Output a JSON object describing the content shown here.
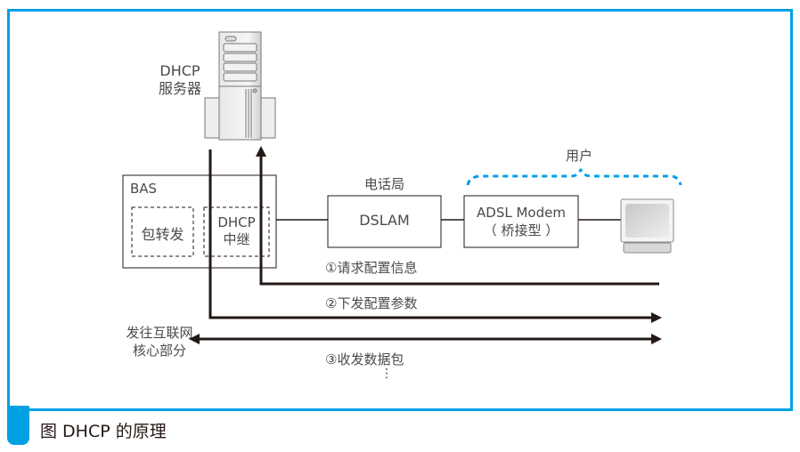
{
  "caption": "图 DHCP 的原理",
  "server": {
    "line1": "DHCP",
    "line2": "服务器",
    "icon": "server-tower-icon"
  },
  "bas": {
    "title": "BAS",
    "forward_label": "包转发",
    "relay_line1": "DHCP",
    "relay_line2": "中继"
  },
  "telecom": {
    "label": "电话局",
    "dslam": "DSLAM"
  },
  "user": {
    "label": "用户",
    "modem_line1": "ADSL Modem",
    "modem_line2": "（ 桥接型 ）",
    "icon": "computer-monitor-icon"
  },
  "flows": [
    {
      "label": "①请求配置信息"
    },
    {
      "label": "②下发配置参数"
    },
    {
      "label": "③收发数据包"
    }
  ],
  "core": {
    "line1": "发往互联网",
    "line2": "核心部分"
  },
  "ellipsis": "⋮",
  "colors": {
    "frame": "#00a0e4",
    "line": "#231815",
    "dashed_brace": "#00a0e4"
  }
}
